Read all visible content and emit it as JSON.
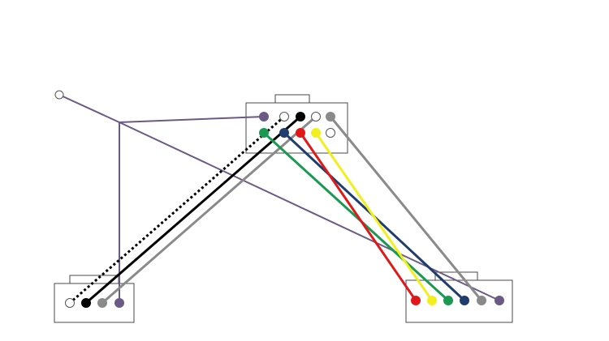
{
  "colors": {
    "background": "#ffffff",
    "box_outline": "#4a4a4a",
    "purple": "#6a5a85",
    "black": "#000000",
    "gray": "#8a8a8a",
    "green": "#1a9a50",
    "navy": "#1f3d6e",
    "red": "#e01818",
    "yellow": "#f2ef1e",
    "white": "#ffffff"
  },
  "boxes": [
    {
      "id": "top-box",
      "name": "top-connector-box"
    },
    {
      "id": "left-box",
      "name": "left-connector-box"
    },
    {
      "id": "right-box",
      "name": "right-connector-box"
    }
  ],
  "terminals": {
    "top_row1": [
      "purple",
      "white",
      "black",
      "white",
      "gray"
    ],
    "top_row2": [
      "green",
      "navy",
      "red",
      "yellow",
      "white"
    ],
    "left": [
      "white",
      "black",
      "gray",
      "purple"
    ],
    "right": [
      "red",
      "yellow",
      "green",
      "navy",
      "gray",
      "purple"
    ],
    "free": [
      "white"
    ]
  },
  "wires": [
    {
      "color": "purple",
      "style": "solid",
      "from": "junction",
      "to": "top-row1-purple"
    },
    {
      "color": "purple",
      "style": "solid",
      "from": "free-terminal",
      "to": "junction"
    },
    {
      "color": "purple",
      "style": "solid",
      "from": "junction",
      "to": "left-purple"
    },
    {
      "color": "purple",
      "style": "solid",
      "from": "junction",
      "to": "right-purple"
    },
    {
      "color": "black",
      "style": "dotted",
      "from": "top-row1-white",
      "to": "left-white"
    },
    {
      "color": "black",
      "style": "solid",
      "from": "top-row1-black",
      "to": "left-black"
    },
    {
      "color": "gray",
      "style": "solid",
      "from": "top-row1-white2",
      "to": "left-gray"
    },
    {
      "color": "gray",
      "style": "solid",
      "from": "top-row1-gray",
      "to": "right-gray"
    },
    {
      "color": "green",
      "style": "solid",
      "from": "top-row2-green",
      "to": "right-green"
    },
    {
      "color": "navy",
      "style": "solid",
      "from": "top-row2-navy",
      "to": "right-navy"
    },
    {
      "color": "red",
      "style": "solid",
      "from": "top-row2-red",
      "to": "right-red"
    },
    {
      "color": "yellow",
      "style": "solid",
      "from": "top-row2-yellow",
      "to": "right-yellow"
    }
  ]
}
